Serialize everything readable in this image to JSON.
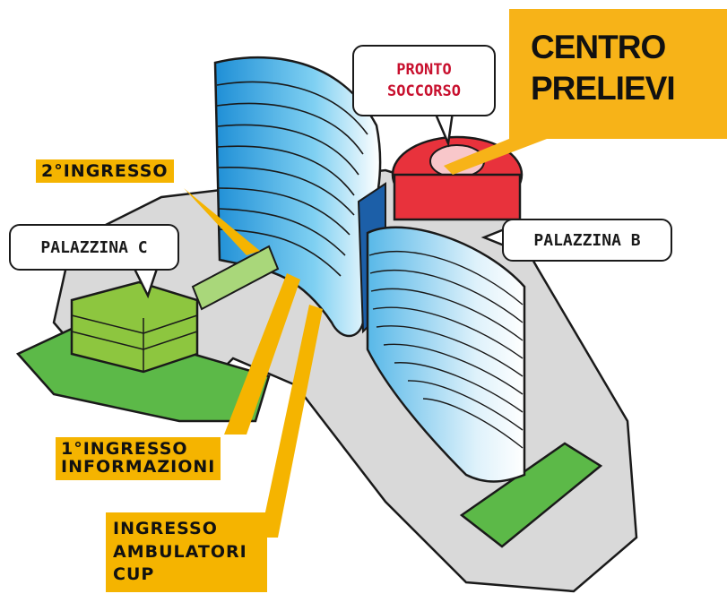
{
  "labels": {
    "centro_prelievi": [
      "CENTRO",
      "PRELIEVI"
    ],
    "pronto_soccorso": [
      "PRONTO",
      "SOCCORSO"
    ],
    "palazzina_b": "PALAZZINA B",
    "palazzina_c": "PALAZZINA C",
    "ingresso_2": "2°INGRESSO",
    "ingresso_1": [
      "1°INGRESSO",
      "INFORMAZIONI"
    ],
    "ingresso_ambulatori": [
      "INGRESSO",
      "AMBULATORI",
      "CUP"
    ]
  },
  "colors": {
    "accent_yellow": "#f7b318",
    "tower_blue": "#3aa9e0",
    "pronto_red": "#e8323c",
    "pronto_text": "#c8102e",
    "palazzina_c_green": "#8dc63f",
    "lawn_green": "#5cb948",
    "ground_gray": "#d9d9d9"
  }
}
